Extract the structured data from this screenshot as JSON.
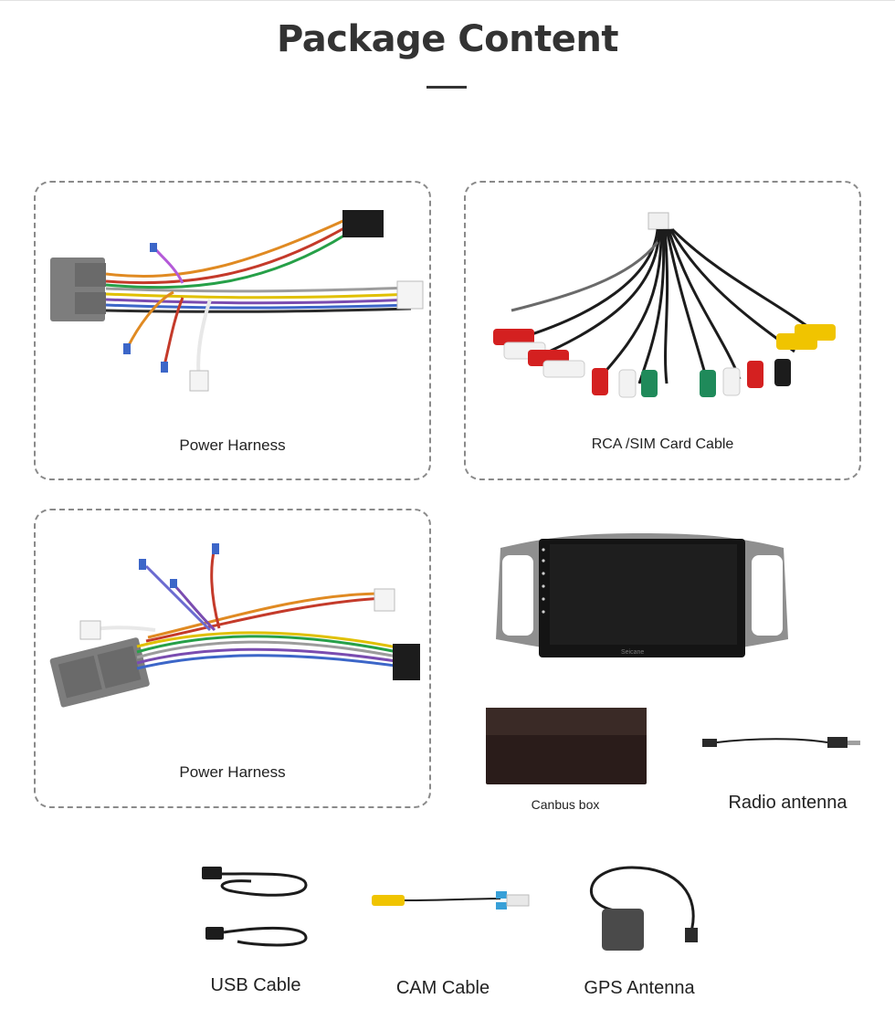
{
  "header": {
    "title": "Package Content"
  },
  "items": {
    "power_harness_1": "Power Harness",
    "rca_sim_cable": "RCA /SIM Card Cable",
    "power_harness_2": "Power Harness",
    "head_unit": "Seicane",
    "canbus_box": "Canbus box",
    "radio_antenna": "Radio antenna",
    "usb_cable": "USB Cable",
    "cam_cable": "CAM Cable",
    "gps_antenna": "GPS Antenna"
  },
  "colors": {
    "title": "#333333",
    "panel_border": "#8a8a8a",
    "connector_grey": "#7d7d7d",
    "connector_black": "#1c1c1c",
    "rca_red": "#d42020",
    "rca_white": "#f2f2f2",
    "rca_yellow": "#f0c400",
    "rca_green": "#1f8a5a"
  }
}
